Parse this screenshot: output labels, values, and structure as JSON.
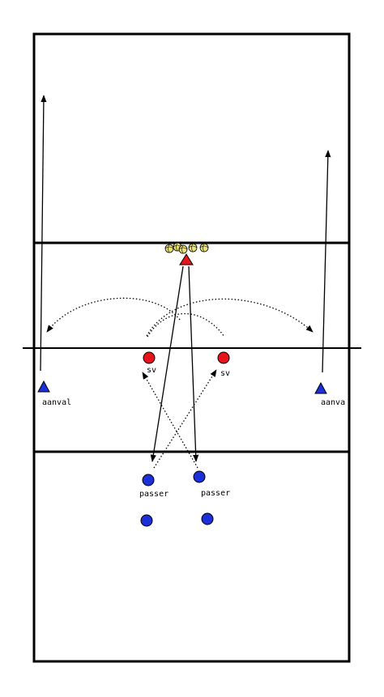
{
  "labels": {
    "setter_left": "sv",
    "setter_right": "sv",
    "attacker_left": "aanval",
    "attacker_right": "aanva",
    "passer_left": "passer",
    "passer_right": "passer"
  },
  "colors": {
    "court_line": "#000000",
    "setter": "#e8141b",
    "passer": "#1d2fd6",
    "attacker": "#1d2fd6",
    "coach": "#e8141b",
    "ball": "#e9e177"
  },
  "icons": {
    "ball": "volleyball-icon",
    "coach": "red-triangle-icon",
    "attacker": "blue-triangle-icon",
    "player": "circle-icon"
  }
}
